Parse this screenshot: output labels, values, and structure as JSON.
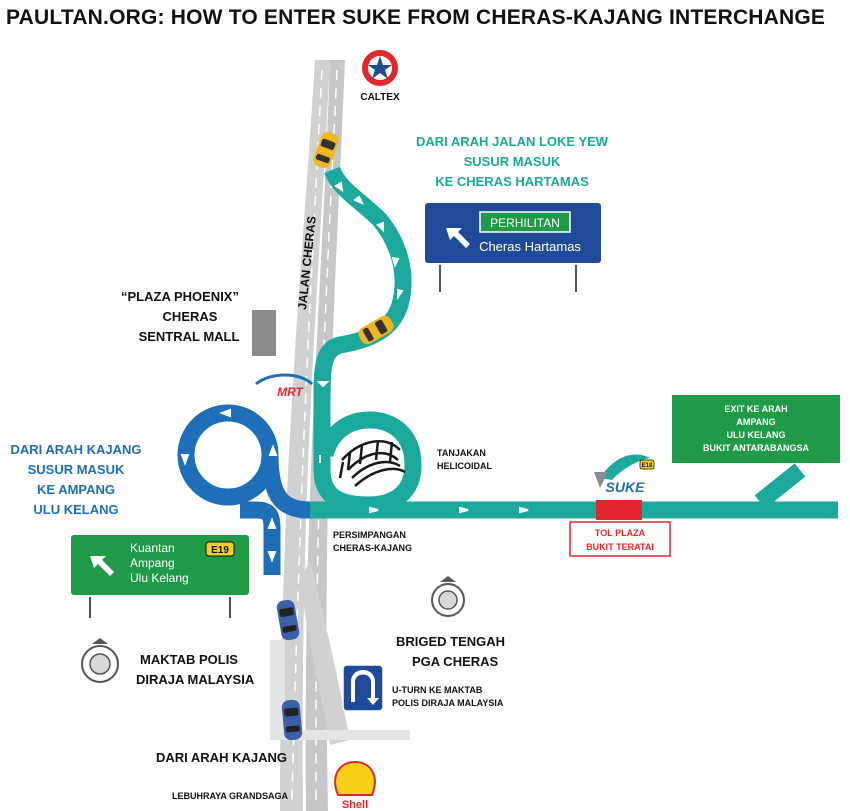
{
  "title": "PAULTAN.ORG: HOW TO ENTER SUKE FROM CHERAS-KAJANG INTERCHANGE",
  "colors": {
    "teal": "#1aa99a",
    "blue": "#1c6fb8",
    "sign_blue": "#1f4a9c",
    "sign_green": "#1f9a48",
    "road_grey": "#cfd1d3",
    "toll_red": "#e3262b",
    "car_yellow": "#f3b51c",
    "car_blue": "#3c5fa8"
  },
  "labels": {
    "caltex": "CALTEX",
    "shell": "Shell",
    "jalan_cheras": "JALAN CHERAS",
    "plaza_phoenix": [
      "“PLAZA PHOENIX”",
      "CHERAS",
      "SENTRAL MALL"
    ],
    "mrt": "MRT",
    "from_loke_yew": [
      "DARI ARAH JALAN LOKE YEW",
      "SUSUR MASUK",
      "KE CHERAS HARTAMAS"
    ],
    "from_kajang_ampang": [
      "DARI ARAH KAJANG",
      "SUSUR MASUK",
      "KE AMPANG",
      "ULU KELANG"
    ],
    "tanjakan": [
      "TANJAKAN",
      "HELICOIDAL"
    ],
    "persimpangan": [
      "PERSIMPANGAN",
      "CHERAS-KAJANG"
    ],
    "suke_logo": "SUKE",
    "suke_route": "E18",
    "toll_plaza": [
      "TOL PLAZA",
      "BUKIT TERATAI"
    ],
    "briged": [
      "BRIGED TENGAH",
      "PGA CHERAS"
    ],
    "maktab": [
      "MAKTAB POLIS",
      "DIRAJA MALAYSIA"
    ],
    "uturn": [
      "U-TURN KE MAKTAB",
      "POLIS DIRAJA MALAYSIA"
    ],
    "from_kajang": "DARI ARAH KAJANG",
    "grandsaga": "LEBUHRAYA GRANDSAGA"
  },
  "signs": {
    "hartamas_sign": {
      "panel": "PERHILITAN",
      "dest": "Cheras Hartamas"
    },
    "kuantan_sign": {
      "route": "E19",
      "destinations": [
        "Kuantan",
        "Ampang",
        "Ulu Kelang"
      ]
    },
    "exit_sign": [
      "EXIT KE ARAH",
      "AMPANG",
      "ULU KELANG",
      "BUKIT ANTARABANGSA"
    ]
  }
}
